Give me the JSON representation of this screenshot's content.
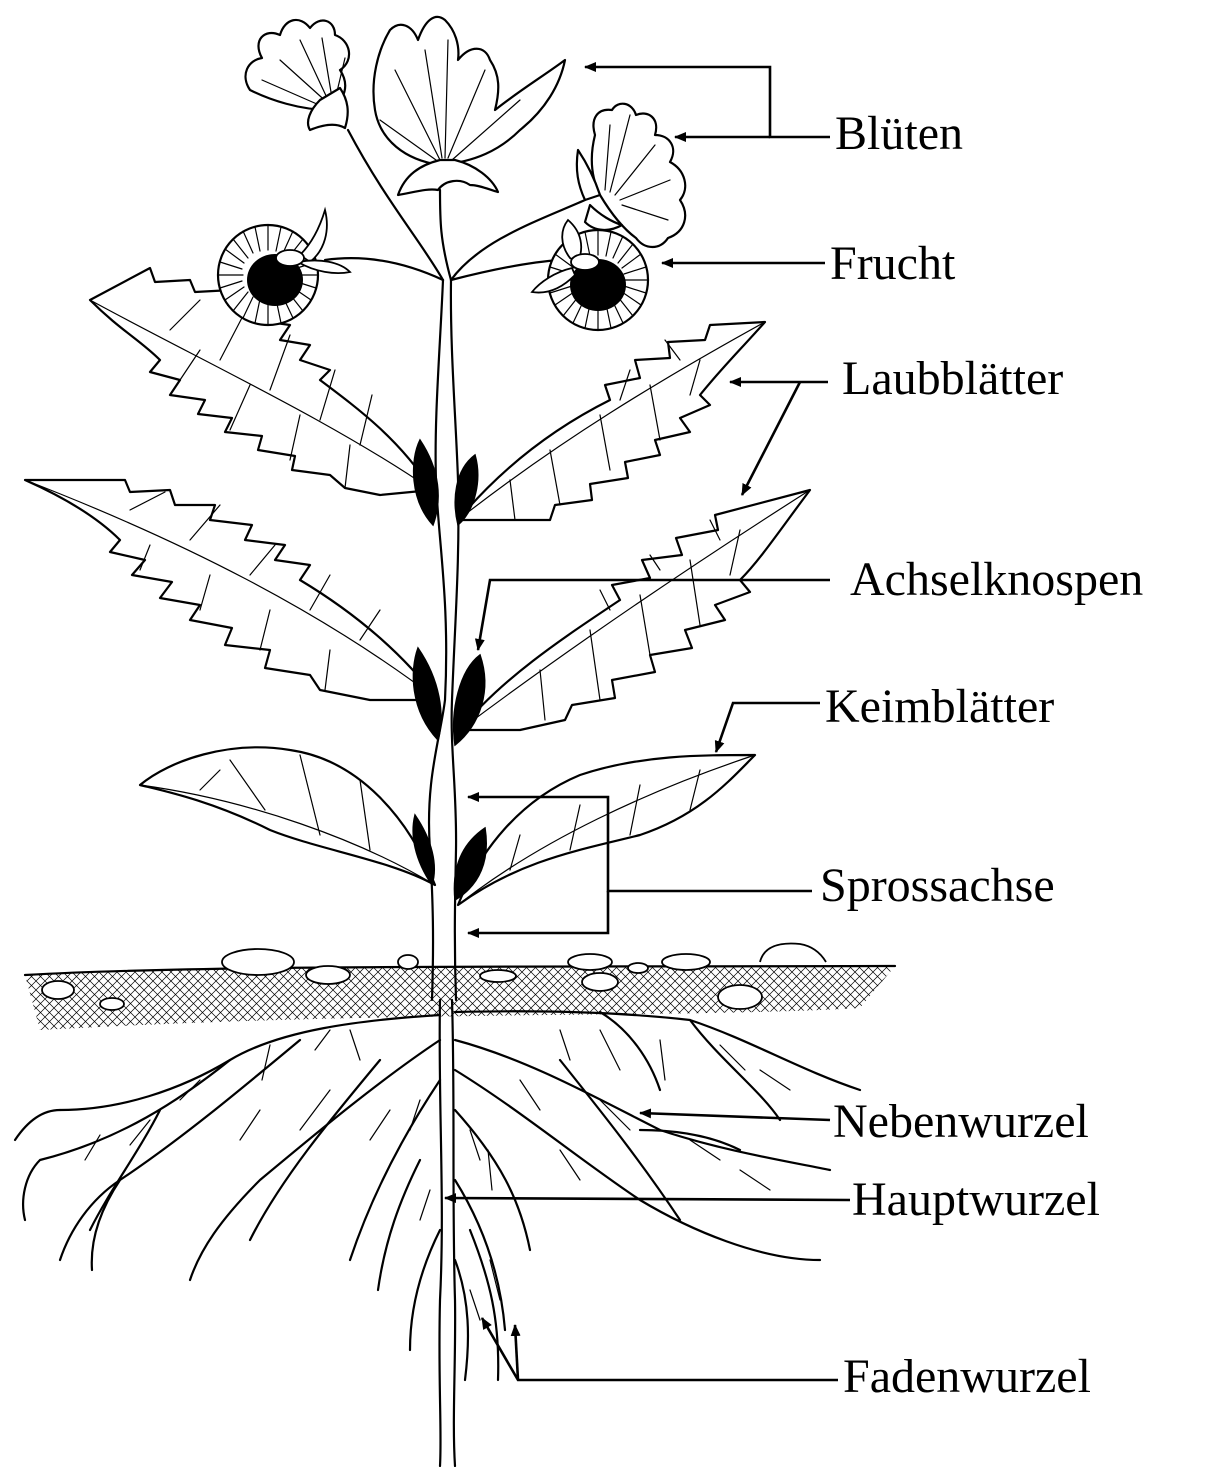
{
  "labels": {
    "flowers": "Blüten",
    "fruit": "Frucht",
    "foliage_leaves": "Laubblätter",
    "axillary_buds": "Achselknospen",
    "cotyledons": "Keimblätter",
    "shoot_axis": "Sprossachse",
    "lateral_root": "Nebenwurzel",
    "main_root": "Hauptwurzel",
    "fibrous_root": "Fadenwurzel"
  },
  "colors": {
    "ink": "#000000",
    "paper": "#ffffff"
  }
}
